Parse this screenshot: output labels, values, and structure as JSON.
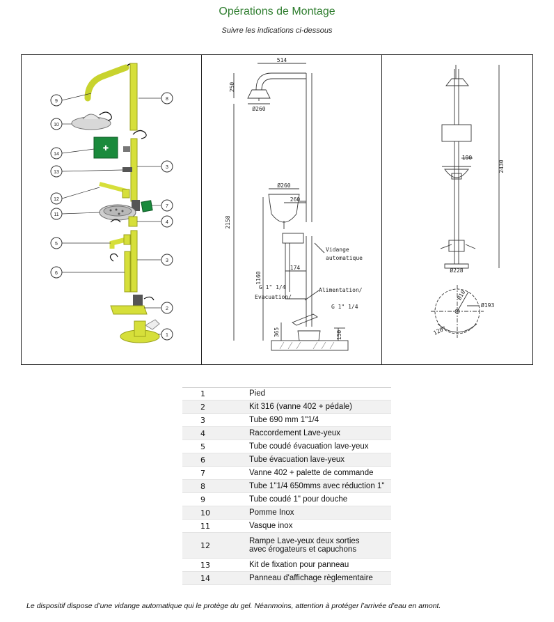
{
  "header": {
    "title": "Opérations de Montage",
    "subtitle": "Suivre les indications ci-dessous"
  },
  "exploded_view": {
    "callouts": [
      "9",
      "8",
      "10",
      "14",
      "13",
      "3",
      "12",
      "7",
      "11",
      "4",
      "5",
      "3",
      "6",
      "2",
      "1"
    ],
    "colors": {
      "yellow": "#d6df3a",
      "yellow_dark": "#9aa21a",
      "green_sign": "#1a8a3c",
      "steel": "#c9c9c9"
    }
  },
  "side_drawing": {
    "dims": {
      "top_width": "514",
      "head_height": "250",
      "head_diameter": "Ø260",
      "bowl_diameter": "Ø260",
      "bowl_offset": "260",
      "total_height": "2158",
      "bowl_height": "1160",
      "drain_offset": "174",
      "pedal_height": "365",
      "base_height": "150"
    },
    "labels": {
      "drain": "Vidange automatique",
      "drain_line1": "Vidange",
      "drain_line2": "automatique",
      "evac_thread": "G 1\" 1/4",
      "evac": "Evacuation/",
      "supply": "Alimentation/",
      "supply_thread": "G 1\" 1/4"
    }
  },
  "front_drawing": {
    "dims": {
      "arm": "190",
      "total": "2430",
      "base": "Ø228",
      "hole": "Ø10",
      "bolt_circle": "Ø193",
      "angle": "120°"
    }
  },
  "parts": [
    {
      "num": "1",
      "label": "Pied"
    },
    {
      "num": "2",
      "label": "Kit 316 (vanne 402 + pédale)"
    },
    {
      "num": "3",
      "label": "Tube 690 mm 1\"1/4"
    },
    {
      "num": "4",
      "label": "Raccordement Lave-yeux"
    },
    {
      "num": "5",
      "label": "Tube coudé évacuation lave-yeux"
    },
    {
      "num": "6",
      "label": "Tube évacuation lave-yeux"
    },
    {
      "num": "7",
      "label": "Vanne 402 + palette de commande"
    },
    {
      "num": "8",
      "label": "Tube 1\"1/4 650mms avec réduction 1\""
    },
    {
      "num": "9",
      "label": "Tube coudé 1\" pour douche"
    },
    {
      "num": "10",
      "label": "Pomme Inox"
    },
    {
      "num": "11",
      "label": "Vasque inox"
    },
    {
      "num": "12",
      "label": "Rampe Lave-yeux deux sorties",
      "label2": "avec érogateurs et capuchons"
    },
    {
      "num": "13",
      "label": "Kit de fixation pour panneau"
    },
    {
      "num": "14",
      "label": "Panneau d'affichage règlementaire"
    }
  ],
  "footer": {
    "note": "Le dispositif dispose d’une vidange automatique qui le protège du gel. Néanmoins, attention à protéger l’arrivée d’eau en amont."
  }
}
